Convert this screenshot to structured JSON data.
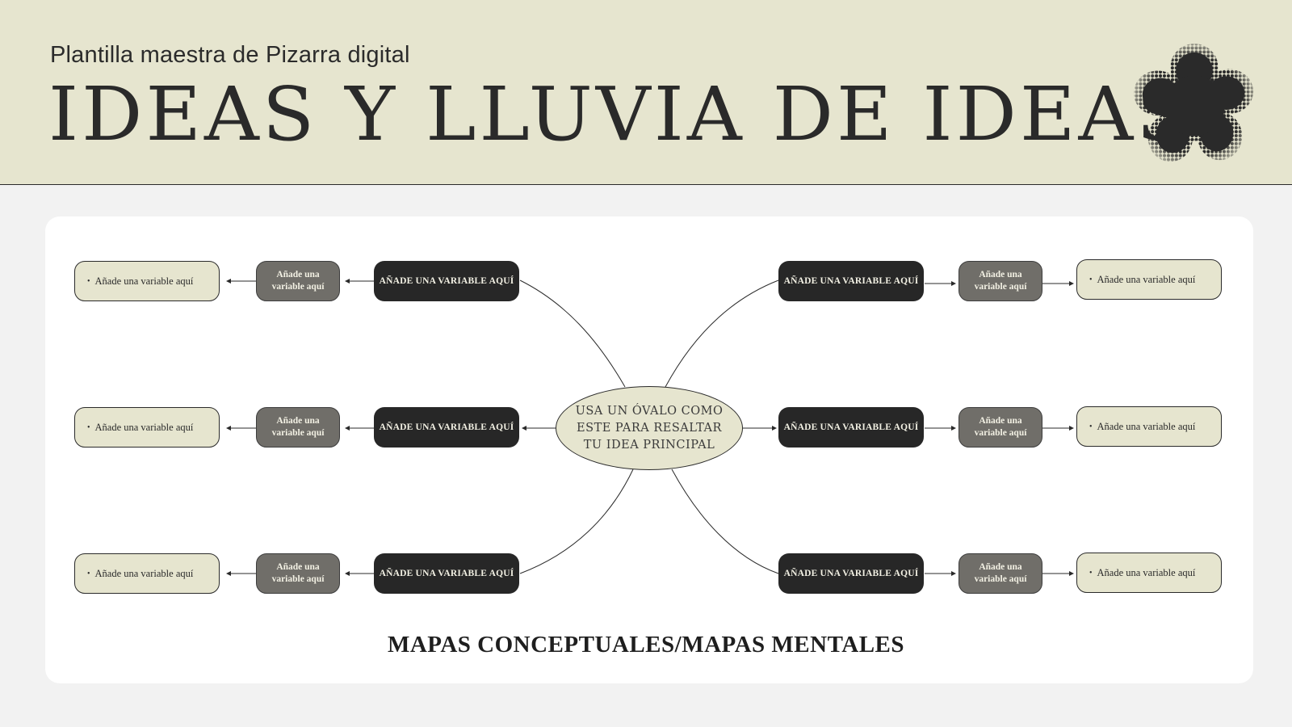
{
  "header": {
    "subtitle": "Plantilla maestra de Pizarra digital",
    "title": "IDEAS Y LLUVIA DE IDEAS",
    "decoration_icon": "halftone-flower-icon"
  },
  "center": {
    "text": "USA UN ÓVALO COMO ESTE PARA RESALTAR TU IDEA PRINCIPAL"
  },
  "branches": {
    "left": [
      {
        "main": "AÑADE UNA VARIABLE AQUÍ",
        "sub": "Añade una variable aquí",
        "leaf": "Añade una variable aquí"
      },
      {
        "main": "AÑADE UNA VARIABLE AQUÍ",
        "sub": "Añade una variable aquí",
        "leaf": "Añade una variable aquí"
      },
      {
        "main": "AÑADE UNA VARIABLE AQUÍ",
        "sub": "Añade una variable aquí",
        "leaf": "Añade una variable aquí"
      }
    ],
    "right": [
      {
        "main": "AÑADE UNA VARIABLE AQUÍ",
        "sub": "Añade una variable aquí",
        "leaf": "Añade una variable aquí"
      },
      {
        "main": "AÑADE UNA VARIABLE AQUÍ",
        "sub": "Añade una variable aquí",
        "leaf": "Añade una variable aquí"
      },
      {
        "main": "AÑADE UNA VARIABLE AQUÍ",
        "sub": "Añade una variable aquí",
        "leaf": "Añade una variable aquí"
      }
    ]
  },
  "bullet": "•",
  "footer": "MAPAS CONCEPTUALES/MAPAS MENTALES",
  "colors": {
    "header_bg": "#e6e5cf",
    "dark_node": "#272727",
    "gray_node": "#706e69",
    "cream_node": "#e6e5cf",
    "page_bg": "#f2f2f2"
  }
}
